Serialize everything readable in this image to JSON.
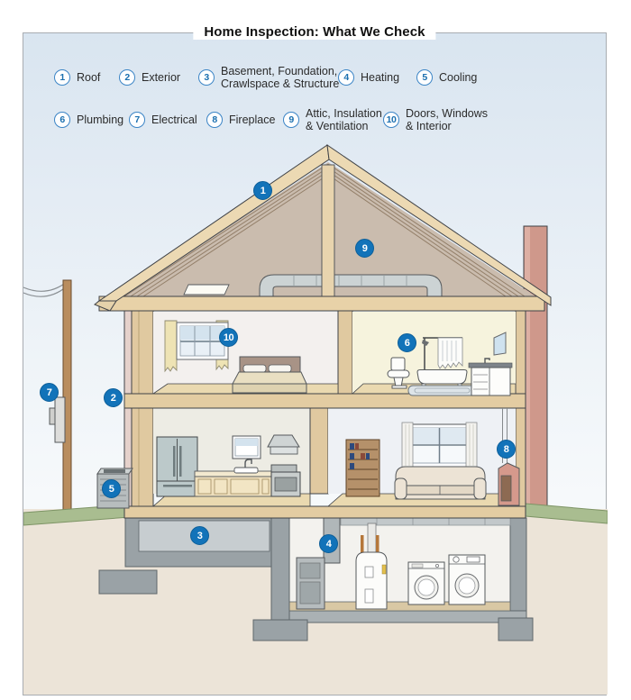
{
  "title": "Home Inspection: What We Check",
  "legend": {
    "items": [
      {
        "number": "1",
        "label": "Roof"
      },
      {
        "number": "2",
        "label": "Exterior"
      },
      {
        "number": "3",
        "label": "Basement, Foundation,\nCrawlspace & Structure"
      },
      {
        "number": "4",
        "label": "Heating"
      },
      {
        "number": "5",
        "label": "Cooling"
      },
      {
        "number": "6",
        "label": "Plumbing"
      },
      {
        "number": "7",
        "label": "Electrical"
      },
      {
        "number": "8",
        "label": "Fireplace"
      },
      {
        "number": "9",
        "label": "Attic, Insulation\n& Ventilation"
      },
      {
        "number": "10",
        "label": "Doors, Windows\n& Interior"
      }
    ]
  },
  "markers": [
    "1",
    "2",
    "3",
    "4",
    "5",
    "6",
    "7",
    "8",
    "9",
    "10"
  ],
  "colors": {
    "marker_blue": "#1273b9",
    "legend_circle_blue": "#3c85c6",
    "roof_tan": "#ecd9b3",
    "chimney_salmon": "#cf988b",
    "grass_green": "#a9bd90",
    "ground_beige": "#ece4d8"
  }
}
